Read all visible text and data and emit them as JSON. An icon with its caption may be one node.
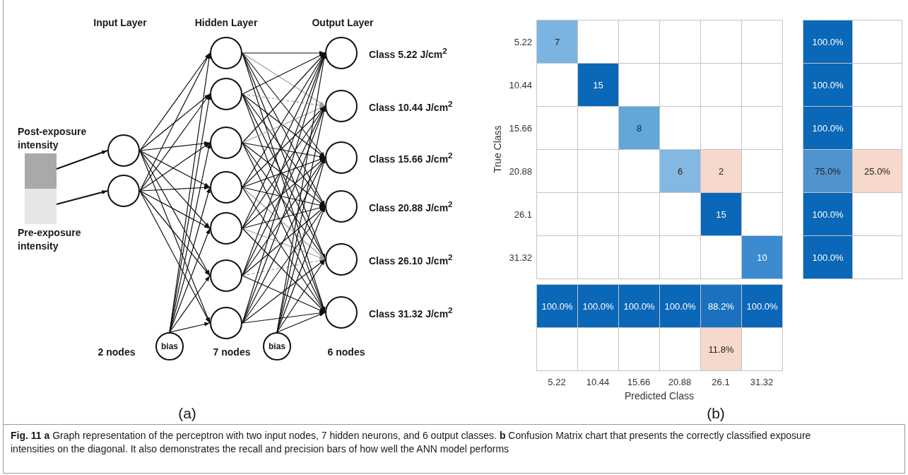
{
  "diagram": {
    "caption": "**Fig. 11** **a** Graph representation of the perceptron with two input nodes, 7 hidden neurons, and 6 output classes. **b** Confusion Matrix chart that presents the correctly classified exposure intensities on the diagonal. It also demonstrates the recall and precision bars of how well the ANN model performs",
    "nodes": [
      {
        "text": [
          "Post-exposure intensity"
        ]
      },
      {
        "text": [
          "Pre-exposure intensity"
        ]
      },
      {
        "text": [],
        "shape": "circle"
      },
      {
        "text": [],
        "shape": "circle"
      },
      {
        "text": [],
        "shape": "circle"
      },
      {
        "text": [],
        "shape": "circle"
      },
      {
        "text": [],
        "shape": "circle"
      },
      {
        "text": [],
        "shape": "circle"
      },
      {
        "text": [],
        "shape": "circle"
      },
      {
        "text": [],
        "shape": "circle"
      },
      {
        "text": [],
        "shape": "circle"
      },
      {
        "text": [],
        "shape": "circle",
        "beside": [
          "Class 5.22 J/cm$^{2}$"
        ]
      },
      {
        "text": [],
        "shape": "circle",
        "beside": [
          "Class 10.44 J/cm$^{2}$"
        ]
      },
      {
        "text": [],
        "shape": "circle",
        "beside": [
          "Class 15.66 J/cm$^{2}$"
        ]
      },
      {
        "text": [],
        "shape": "circle",
        "beside": [
          "Class 20.88 J/cm$^{2}$"
        ]
      },
      {
        "text": [],
        "shape": "circle",
        "beside": [
          "Class 26.10 J/cm$^{2}$"
        ]
      },
      {
        "text": [],
        "shape": "circle",
        "beside": [
          "Class 31.32 J/cm$^{2}$"
        ]
      },
      {
        "text": [
          "bias"
        ]
      },
      {
        "text": [
          "bias"
        ]
      }
    ],
    "edges": [
      {
        "from": 0,
        "to": 2,
        "arrow": "to"
      },
      {
        "from": 1,
        "to": 3,
        "arrow": "to"
      },
      {
        "from": 2,
        "to": 4,
        "arrow": "to"
      },
      {
        "from": 2,
        "to": 5,
        "arrow": "to"
      },
      {
        "from": 2,
        "to": 6,
        "arrow": "to"
      },
      {
        "from": 2,
        "to": 7,
        "arrow": "to"
      },
      {
        "from": 2,
        "to": 8,
        "arrow": "to"
      },
      {
        "from": 2,
        "to": 9,
        "arrow": "to"
      },
      {
        "from": 2,
        "to": 10,
        "arrow": "to"
      },
      {
        "from": 3,
        "to": 4,
        "arrow": "to"
      },
      {
        "from": 3,
        "to": 5,
        "arrow": "to"
      },
      {
        "from": 3,
        "to": 6,
        "arrow": "to"
      },
      {
        "from": 3,
        "to": 7,
        "arrow": "to"
      },
      {
        "from": 3,
        "to": 8,
        "arrow": "to"
      },
      {
        "from": 3,
        "to": 9,
        "arrow": "to"
      },
      {
        "from": 3,
        "to": 10,
        "arrow": "to"
      },
      {
        "from": 17,
        "to": 4,
        "arrow": "to"
      },
      {
        "from": 17,
        "to": 5,
        "arrow": "to"
      },
      {
        "from": 17,
        "to": 6,
        "arrow": "to"
      },
      {
        "from": 17,
        "to": 7,
        "arrow": "to"
      },
      {
        "from": 17,
        "to": 8,
        "arrow": "to"
      },
      {
        "from": 17,
        "to": 9,
        "arrow": "to"
      },
      {
        "from": 17,
        "to": 10,
        "arrow": "to"
      },
      {
        "from": 4,
        "to": 11,
        "arrow": "to"
      },
      {
        "from": 4,
        "to": 12,
        "arrow": "to",
        "color": "#a0a0a0"
      },
      {
        "from": 4,
        "to": 13,
        "arrow": "to"
      },
      {
        "from": 4,
        "to": 14,
        "arrow": "to"
      },
      {
        "from": 4,
        "to": 15,
        "arrow": "to"
      },
      {
        "from": 4,
        "to": 16,
        "arrow": "to"
      },
      {
        "from": 5,
        "to": 11,
        "arrow": "to"
      },
      {
        "from": 5,
        "to": 12,
        "arrow": "to",
        "style": "dashed",
        "color": "#a0a0a0"
      },
      {
        "from": 5,
        "to": 13,
        "arrow": "to"
      },
      {
        "from": 5,
        "to": 14,
        "arrow": "to"
      },
      {
        "from": 5,
        "to": 15,
        "arrow": "to"
      },
      {
        "from": 5,
        "to": 16,
        "arrow": "to"
      },
      {
        "from": 6,
        "to": 11,
        "arrow": "to"
      },
      {
        "from": 6,
        "to": 12,
        "arrow": "to",
        "color": "#a0a0a0"
      },
      {
        "from": 6,
        "to": 13,
        "arrow": "to"
      },
      {
        "from": 6,
        "to": 14,
        "arrow": "to"
      },
      {
        "from": 6,
        "to": 15,
        "arrow": "to"
      },
      {
        "from": 6,
        "to": 16,
        "arrow": "to"
      },
      {
        "from": 7,
        "to": 11,
        "arrow": "to"
      },
      {
        "from": 7,
        "to": 12,
        "arrow": "to"
      },
      {
        "from": 7,
        "to": 13,
        "arrow": "to"
      },
      {
        "from": 7,
        "to": 14,
        "arrow": "to"
      },
      {
        "from": 7,
        "to": 15,
        "arrow": "to",
        "color": "#a0a0a0"
      },
      {
        "from": 7,
        "to": 16,
        "arrow": "to"
      },
      {
        "from": 8,
        "to": 11,
        "arrow": "to"
      },
      {
        "from": 8,
        "to": 12,
        "arrow": "to"
      },
      {
        "from": 8,
        "to": 13,
        "arrow": "to"
      },
      {
        "from": 8,
        "to": 14,
        "arrow": "to"
      },
      {
        "from": 8,
        "to": 15,
        "arrow": "to",
        "color": "#a0a0a0"
      },
      {
        "from": 8,
        "to": 16,
        "arrow": "to"
      },
      {
        "from": 9,
        "to": 11,
        "arrow": "to"
      },
      {
        "from": 9,
        "to": 12,
        "arrow": "to"
      },
      {
        "from": 9,
        "to": 13,
        "arrow": "to"
      },
      {
        "from": 9,
        "to": 14,
        "arrow": "to"
      },
      {
        "from": 9,
        "to": 15,
        "arrow": "to",
        "style": "dashed",
        "color": "#a0a0a0"
      },
      {
        "from": 9,
        "to": 16,
        "arrow": "to"
      },
      {
        "from": 10,
        "to": 11,
        "arrow": "to"
      },
      {
        "from": 10,
        "to": 12,
        "arrow": "to"
      },
      {
        "from": 10,
        "to": 13,
        "arrow": "to"
      },
      {
        "from": 10,
        "to": 14,
        "arrow": "to"
      },
      {
        "from": 10,
        "to": 15,
        "arrow": "to"
      },
      {
        "from": 10,
        "to": 16,
        "arrow": "to"
      },
      {
        "from": 18,
        "to": 11,
        "arrow": "to"
      },
      {
        "from": 18,
        "to": 12,
        "arrow": "to"
      },
      {
        "from": 18,
        "to": 13,
        "arrow": "to"
      },
      {
        "from": 18,
        "to": 14,
        "arrow": "to"
      },
      {
        "from": 18,
        "to": 15,
        "arrow": "to"
      },
      {
        "from": 18,
        "to": 16,
        "arrow": "to"
      }
    ],
    "labels": [
      "Input Layer",
      "Hidden Layer",
      "Output Layer",
      "2 nodes",
      "7 nodes",
      "6 nodes",
      "(a)",
      "True Class",
      "5.22",
      "7",
      "100.0%",
      "10.44",
      "15",
      "100.0%",
      "15.66",
      "8",
      "100.0%",
      "20.88",
      "6",
      "2",
      "75.0%",
      "25.0%",
      "26.1",
      "15",
      "100.0%",
      "31.32",
      "10",
      "100.0%",
      "100.0%",
      "100.0%",
      "100.0%",
      "100.0%",
      "88.2%",
      "100.0%",
      "11.8%",
      "5.22",
      "10.44",
      "15.66",
      "20.88",
      "26.1",
      "31.32",
      "Predicted Class",
      "(b)"
    ]
  }
}
